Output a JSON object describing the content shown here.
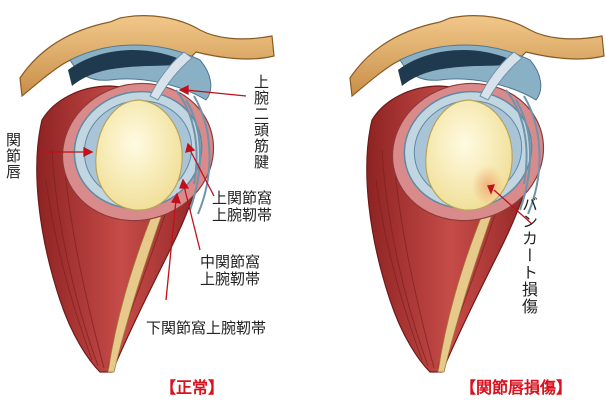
{
  "left_panel": {
    "caption": "【正常】",
    "labels": {
      "labrum": "関節唇",
      "biceps_tendon": "上腕二頭筋腱",
      "sgh_line1": "上関節窩",
      "sgh_line2": "上腕靭帯",
      "mgh_line1": "中関節窩",
      "mgh_line2": "上腕靭帯",
      "igh": "下関節窩上腕靭帯"
    }
  },
  "right_panel": {
    "caption": "【関節唇損傷】",
    "labels": {
      "bankart": "バンカート損傷"
    }
  },
  "colors": {
    "caption_red": "#d8121e",
    "muscle": "#b83a3a",
    "cartilage": "#bfd2de",
    "glenoid": "#fbf3c6",
    "bone": "#e0ad6a",
    "lesion": "#e8b07a"
  }
}
